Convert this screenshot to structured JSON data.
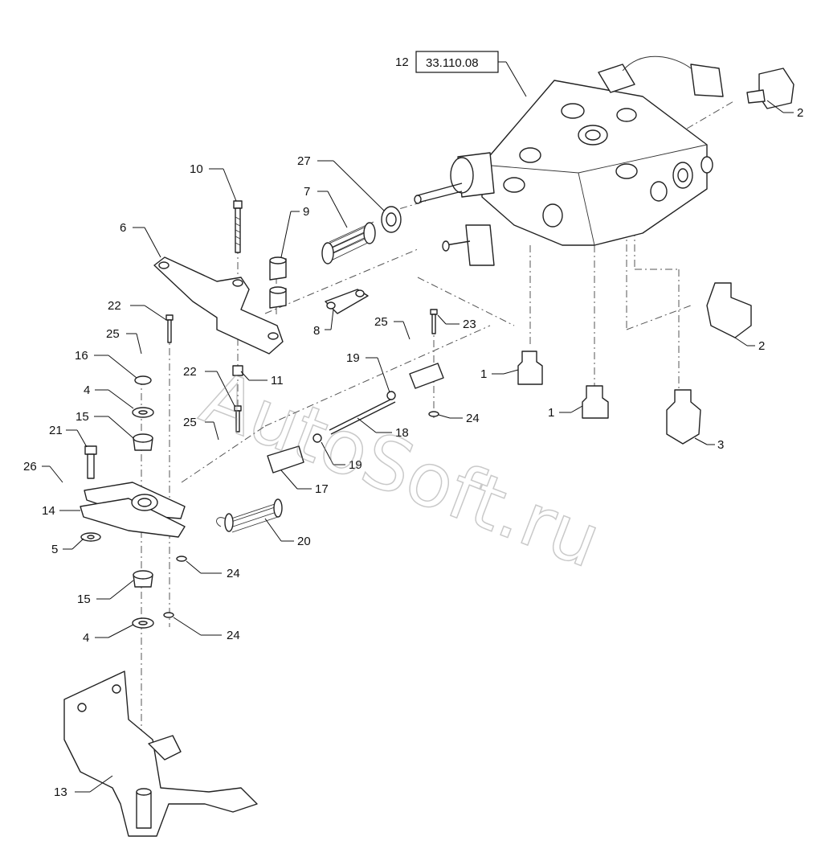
{
  "watermark": "AutoSoft.ru",
  "reference": {
    "item": "12",
    "code": "33.110.08"
  },
  "callouts": [
    {
      "id": "c2a",
      "label": "2"
    },
    {
      "id": "c10",
      "label": "10"
    },
    {
      "id": "c27",
      "label": "27"
    },
    {
      "id": "c7",
      "label": "7"
    },
    {
      "id": "c9",
      "label": "9"
    },
    {
      "id": "c6",
      "label": "6"
    },
    {
      "id": "c22a",
      "label": "22"
    },
    {
      "id": "c25a",
      "label": "25"
    },
    {
      "id": "c16",
      "label": "16"
    },
    {
      "id": "c4a",
      "label": "4"
    },
    {
      "id": "c15a",
      "label": "15"
    },
    {
      "id": "c21",
      "label": "21"
    },
    {
      "id": "c26",
      "label": "26"
    },
    {
      "id": "c14",
      "label": "14"
    },
    {
      "id": "c5",
      "label": "5"
    },
    {
      "id": "c15b",
      "label": "15"
    },
    {
      "id": "c4b",
      "label": "4"
    },
    {
      "id": "c13",
      "label": "13"
    },
    {
      "id": "c8",
      "label": "8"
    },
    {
      "id": "c11",
      "label": "11"
    },
    {
      "id": "c22b",
      "label": "22"
    },
    {
      "id": "c25b",
      "label": "25"
    },
    {
      "id": "c19a",
      "label": "19"
    },
    {
      "id": "c18",
      "label": "18"
    },
    {
      "id": "c19b",
      "label": "19"
    },
    {
      "id": "c17",
      "label": "17"
    },
    {
      "id": "c20",
      "label": "20"
    },
    {
      "id": "c24a",
      "label": "24"
    },
    {
      "id": "c24b",
      "label": "24"
    },
    {
      "id": "c24c",
      "label": "24"
    },
    {
      "id": "c25c",
      "label": "25"
    },
    {
      "id": "c23",
      "label": "23"
    },
    {
      "id": "c1a",
      "label": "1"
    },
    {
      "id": "c1b",
      "label": "1"
    },
    {
      "id": "c2b",
      "label": "2"
    },
    {
      "id": "c3",
      "label": "3"
    }
  ]
}
